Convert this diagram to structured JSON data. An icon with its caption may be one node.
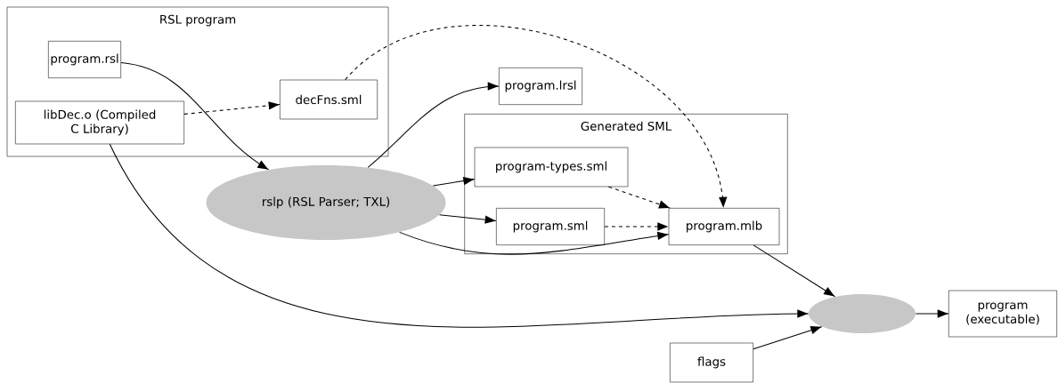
{
  "diagram": {
    "nodes": [
      {
        "text": [
          "RSL program"
        ]
      },
      {
        "text": [
          "program.rsl"
        ],
        "in": 0
      },
      {
        "text": [
          "libDec.o (Compiled C Library)"
        ],
        "in": 0
      },
      {
        "text": [
          "decFns.sml"
        ],
        "in": 0
      },
      {
        "text": [
          "rslp (RSL Parser; TXL)"
        ]
      },
      {
        "text": [
          "program.lrsl"
        ]
      },
      {
        "text": [
          "Generated SML"
        ]
      },
      {
        "text": [
          "program-types.sml"
        ],
        "in": 6
      },
      {
        "text": [
          "program.sml"
        ],
        "in": 6
      },
      {
        "text": [
          "program.mlb"
        ],
        "in": 6
      },
      {
        "text": [],
        "shape": "ellipse"
      },
      {
        "text": [
          "program (executable)"
        ]
      },
      {
        "text": [
          "flags"
        ]
      }
    ],
    "edges": [
      {
        "from": 1,
        "to": 4,
        "arrow": "to"
      },
      {
        "from": 2,
        "to": 3,
        "arrow": "to",
        "style": "dashed"
      },
      {
        "from": 3,
        "to": 9,
        "arrow": "to",
        "style": "dashed"
      },
      {
        "from": 4,
        "to": 5,
        "arrow": "to"
      },
      {
        "from": 4,
        "to": 7,
        "arrow": "to"
      },
      {
        "from": 4,
        "to": 8,
        "arrow": "to"
      },
      {
        "from": 4,
        "to": 9,
        "arrow": "to"
      },
      {
        "from": 7,
        "to": 9,
        "arrow": "to",
        "style": "dashed"
      },
      {
        "from": 8,
        "to": 9,
        "arrow": "to",
        "style": "dashed"
      },
      {
        "from": 2,
        "to": 10,
        "arrow": "to"
      },
      {
        "from": 9,
        "to": 10,
        "arrow": "to"
      },
      {
        "from": 12,
        "to": 10,
        "arrow": "to"
      },
      {
        "from": 10,
        "to": 11,
        "arrow": "to"
      }
    ]
  }
}
